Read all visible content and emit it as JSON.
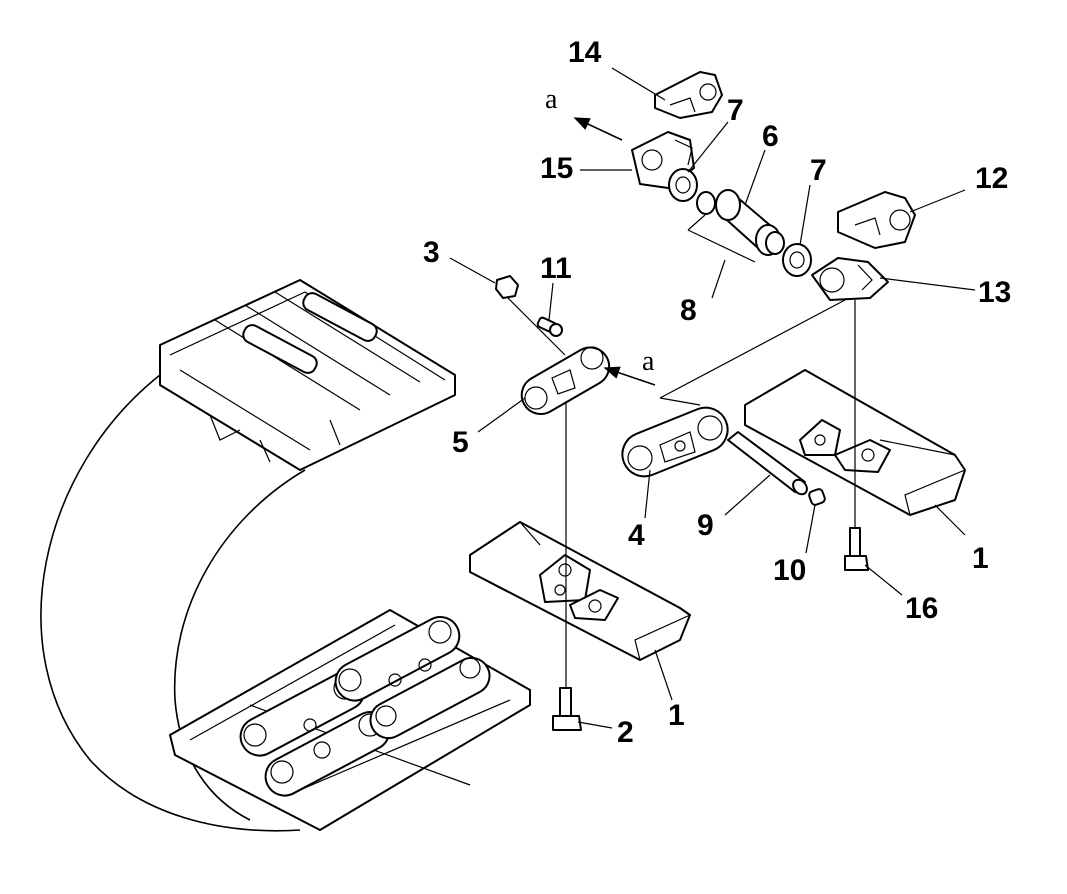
{
  "diagram": {
    "callouts": {
      "c1a": "1",
      "c1b": "1",
      "c2": "2",
      "c3": "3",
      "c4": "4",
      "c5": "5",
      "c6": "6",
      "c7a": "7",
      "c7b": "7",
      "c8": "8",
      "c9": "9",
      "c10": "10",
      "c11": "11",
      "c12": "12",
      "c13": "13",
      "c14": "14",
      "c15": "15",
      "c16": "16"
    },
    "direction_labels": {
      "a1": "a",
      "a2": "a"
    }
  }
}
